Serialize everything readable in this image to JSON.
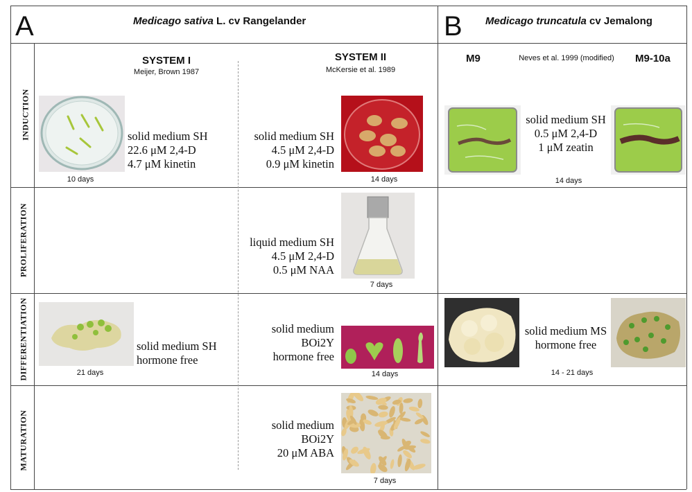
{
  "panels": [
    {
      "letter": "A",
      "title_genus": "Medicago sativa",
      "title_rest": " L. cv Rangelander",
      "systems": [
        {
          "name": "SYSTEM I",
          "ref": "Meijer, Brown 1987"
        },
        {
          "name": "SYSTEM II",
          "ref": "McKersie et al. 1989"
        }
      ]
    },
    {
      "letter": "B",
      "title_genus": "Medicago truncatula",
      "title_rest": " cv Jemalong",
      "lines": {
        "left": "M9",
        "ref": "Neves et al. 1999  (modified)",
        "right": "M9-10a"
      }
    }
  ],
  "rows": [
    "INDUCTION",
    "PROLIFERATION",
    "DIFFERENTIATION",
    "MATURATION"
  ],
  "cells": {
    "induction_sys1": {
      "media": [
        "solid medium SH",
        "22.6 μM 2,4-D",
        "4.7 μM kinetin"
      ],
      "days": "10 days"
    },
    "induction_sys2": {
      "media": [
        "solid medium SH",
        "4.5 μM 2,4-D",
        "0.9 μM kinetin"
      ],
      "days": "14 days"
    },
    "induction_b": {
      "media": [
        "solid medium SH",
        "0.5 μM 2,4-D",
        "1 μM zeatin"
      ],
      "days": "14 days"
    },
    "proliferation_sys2": {
      "media": [
        "liquid medium SH",
        "4.5 μM 2,4-D",
        "0.5 μM NAA"
      ],
      "days": "7 days"
    },
    "differentiation_sys1": {
      "media": [
        "solid medium SH",
        "hormone free"
      ],
      "days": "21 days"
    },
    "differentiation_sys2": {
      "media": [
        "solid medium",
        "BOi2Y",
        "hormone free"
      ],
      "days": "14 days"
    },
    "differentiation_b": {
      "media": [
        "solid medium MS",
        "hormone free"
      ],
      "days": "14 - 21 days"
    },
    "maturation_sys2": {
      "media": [
        "solid medium",
        "BOi2Y",
        "20 μM ABA"
      ],
      "days": "7 days"
    }
  },
  "colors": {
    "grid": "#444444",
    "dashed": "#9a9a9a",
    "callus_green": "#a6cf4a",
    "red_background": "#b5101a",
    "magenta_background": "#b0205a"
  }
}
